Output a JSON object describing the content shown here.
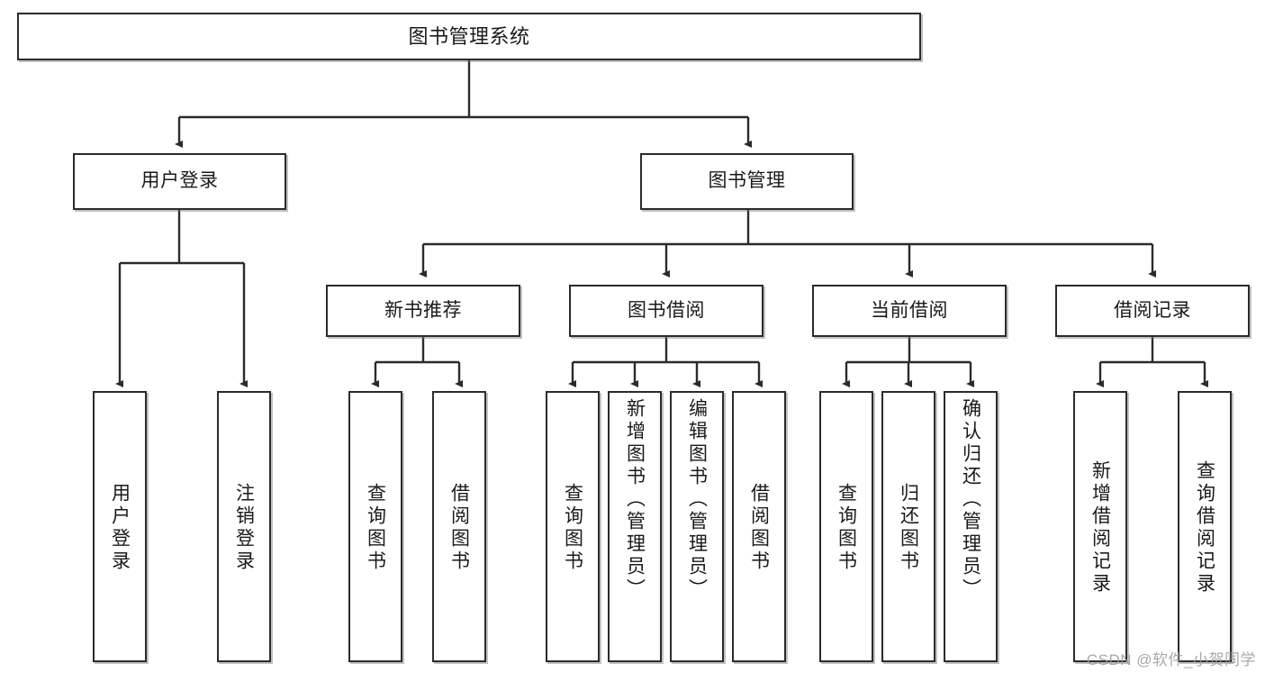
{
  "diagram": {
    "title": "图书管理系统",
    "type": "tree",
    "background_color": "#ffffff",
    "node_border_color": "#2b2b2b",
    "node_fill_color": "#ffffff",
    "edge_color": "#2b2b2b"
  },
  "nodes": {
    "root": {
      "label": "图书管理系统",
      "level": 1
    },
    "level2": [
      {
        "id": "user-login",
        "label": "用户登录"
      },
      {
        "id": "book-manage",
        "label": "图书管理"
      }
    ],
    "level3": [
      {
        "id": "new-book-recommend",
        "label": "新书推荐"
      },
      {
        "id": "book-borrow",
        "label": "图书借阅"
      },
      {
        "id": "current-borrow",
        "label": "当前借阅"
      },
      {
        "id": "borrow-record",
        "label": "借阅记录"
      }
    ],
    "leaves": {
      "user-login": [
        {
          "id": "leaf-user-login",
          "label": "用户登录"
        },
        {
          "id": "leaf-user-logout",
          "label": "注销登录"
        }
      ],
      "new-book-recommend": [
        {
          "id": "leaf-query-book-1",
          "label": "查询图书"
        },
        {
          "id": "leaf-borrow-book-1",
          "label": "借阅图书"
        }
      ],
      "book-borrow": [
        {
          "id": "leaf-query-book-2",
          "label": "查询图书"
        },
        {
          "id": "leaf-add-book",
          "label": "新增图书（管理员）"
        },
        {
          "id": "leaf-edit-book",
          "label": "编辑图书（管理员）"
        },
        {
          "id": "leaf-borrow-book-2",
          "label": "借阅图书"
        }
      ],
      "current-borrow": [
        {
          "id": "leaf-query-book-3",
          "label": "查询图书"
        },
        {
          "id": "leaf-return-book",
          "label": "归还图书"
        },
        {
          "id": "leaf-confirm-return",
          "label": "确认归还（管理员）"
        }
      ],
      "borrow-record": [
        {
          "id": "leaf-add-record",
          "label": "新增借阅记录"
        },
        {
          "id": "leaf-query-record",
          "label": "查询借阅记录"
        }
      ]
    }
  },
  "watermark": {
    "text": "CSDN @软件_小贺同学"
  }
}
